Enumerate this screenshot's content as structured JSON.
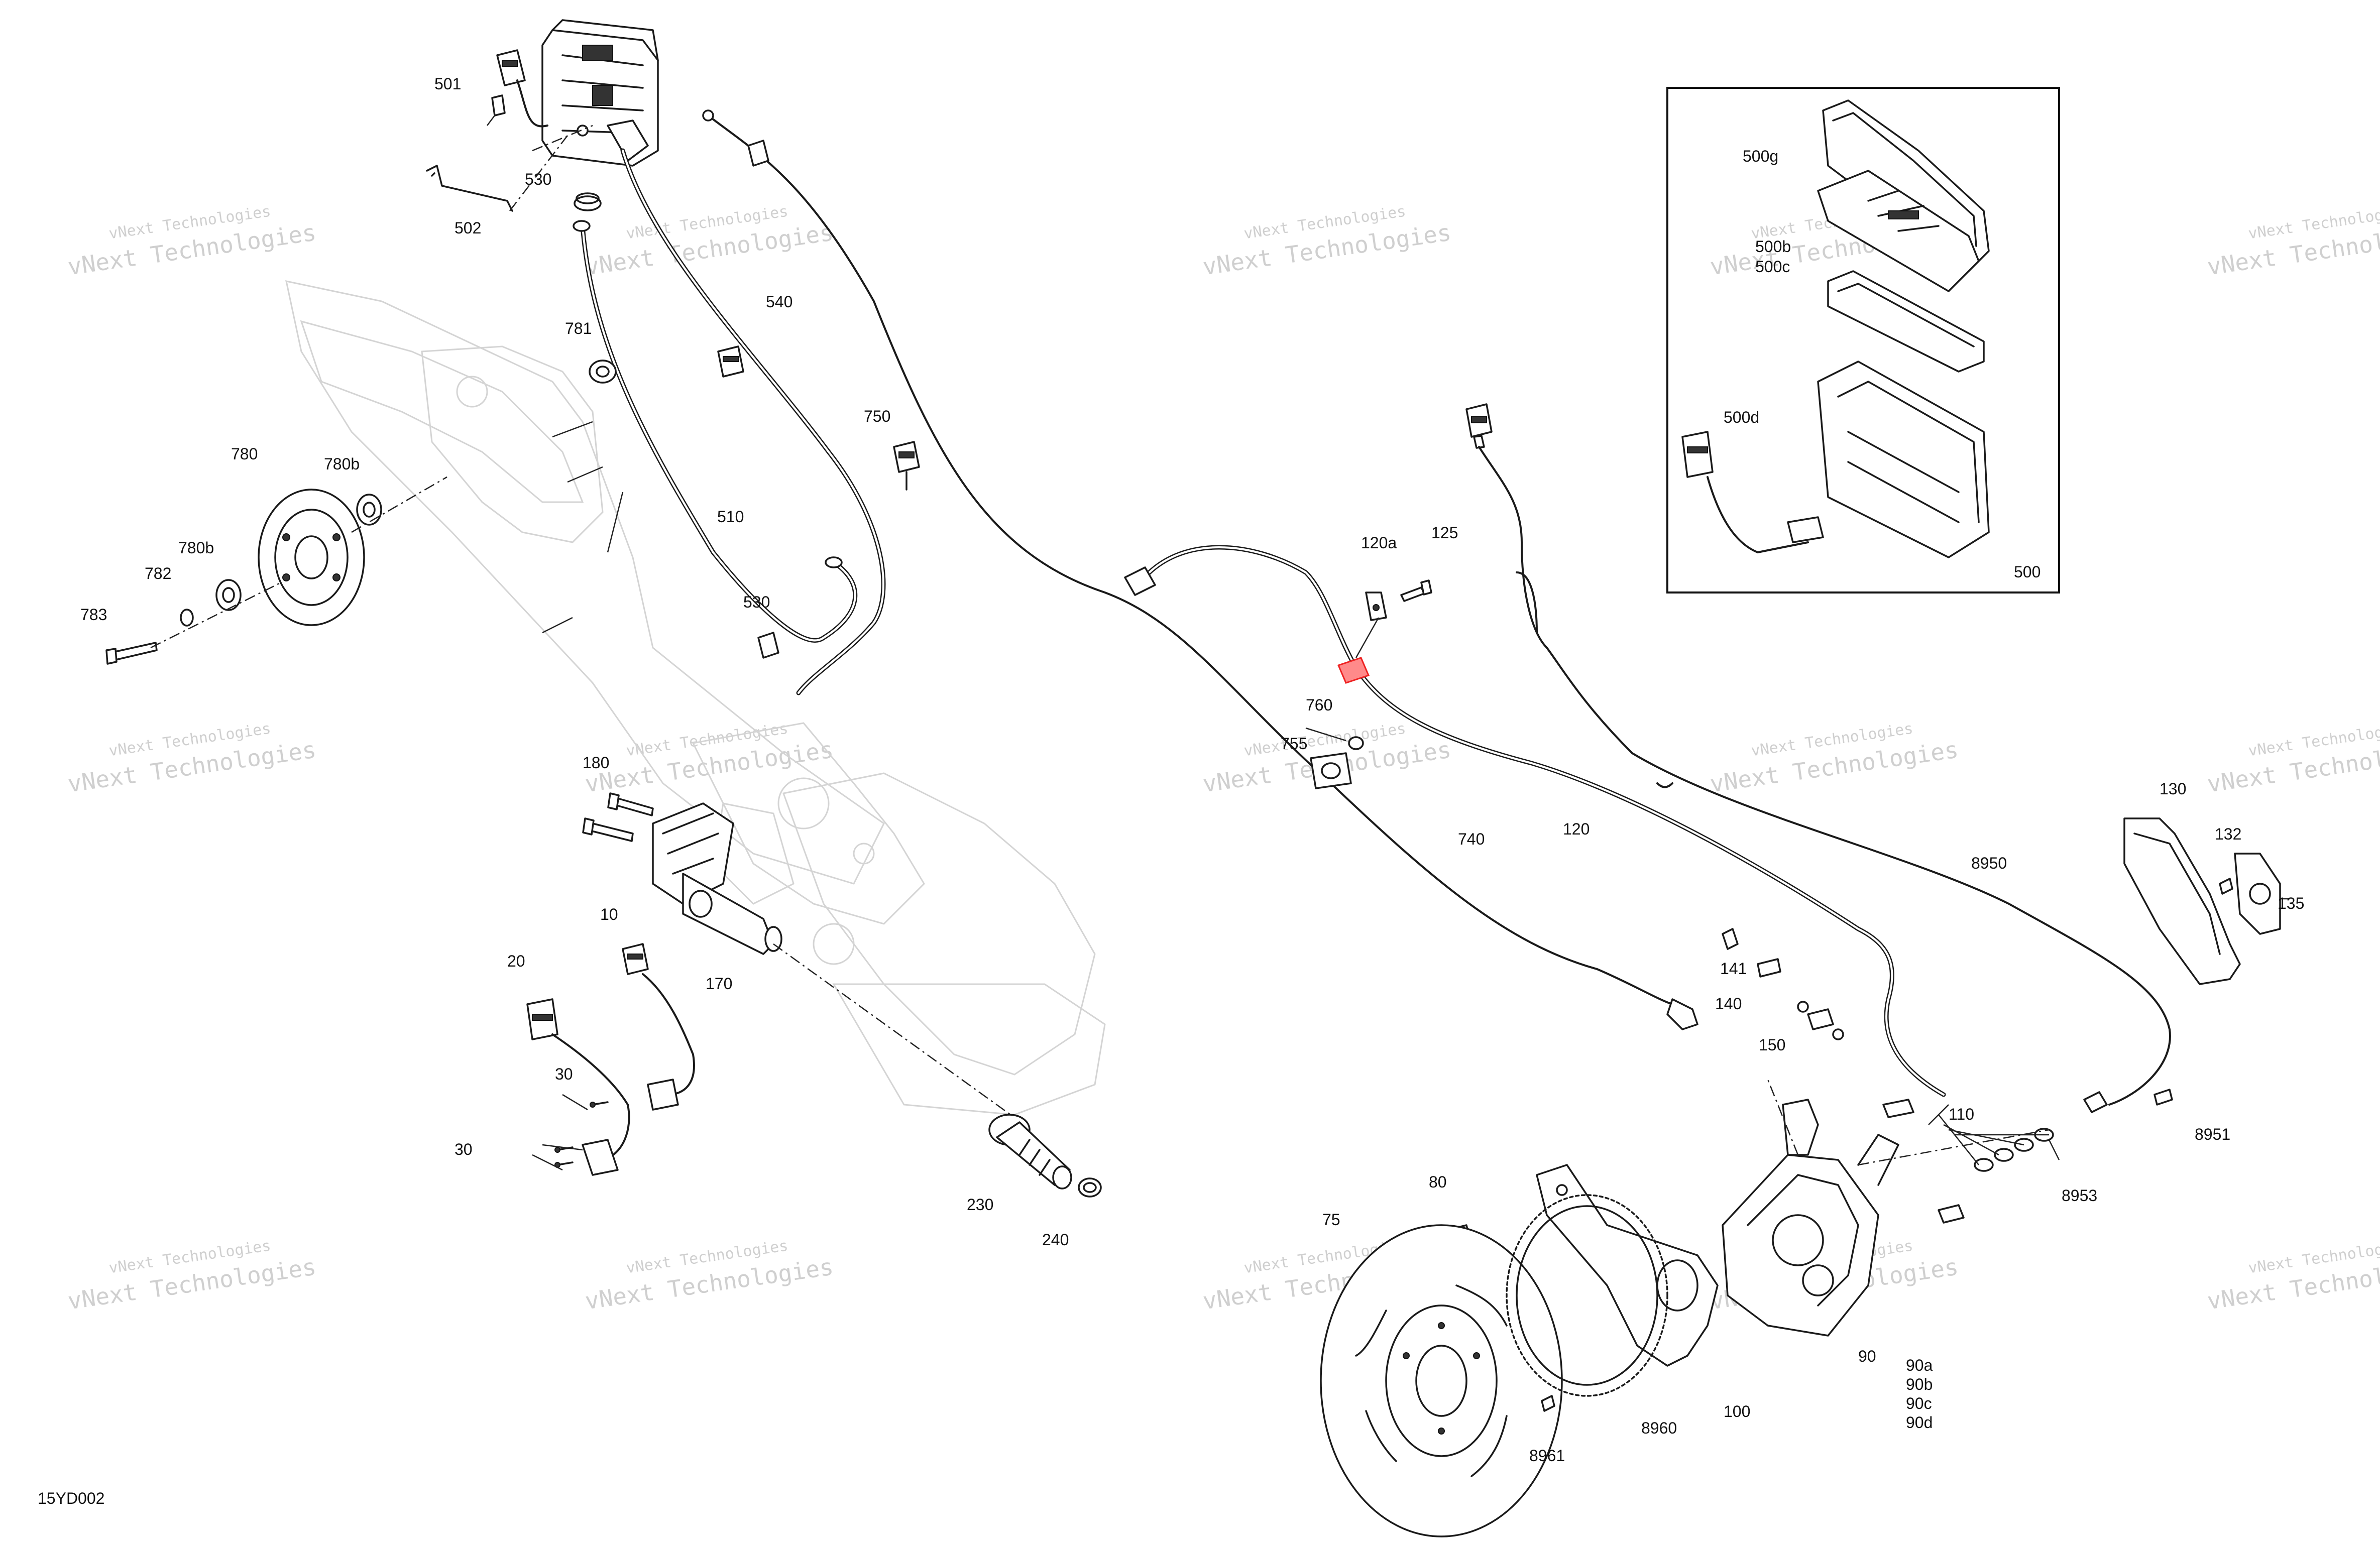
{
  "diagram_code": "15YD002",
  "watermark": "vNext Technologies",
  "inset_label": "500",
  "callouts": {
    "c501": "501",
    "c502": "502",
    "c530a": "530",
    "c530b": "530",
    "c540": "540",
    "c510": "510",
    "c750": "750",
    "c781": "781",
    "c780": "780",
    "c780b1": "780b",
    "c780b2": "780b",
    "c782": "782",
    "c783": "783",
    "c180": "180",
    "c170": "170",
    "c10": "10",
    "c20": "20",
    "c30a": "30",
    "c30b": "30",
    "c230": "230",
    "c240": "240",
    "c120a": "120a",
    "c125": "125",
    "c760": "760",
    "c755": "755",
    "c740": "740",
    "c120": "120",
    "c8950": "8950",
    "c141": "141",
    "c140": "140",
    "c150": "150",
    "c130": "130",
    "c132": "132",
    "c135": "135",
    "c110": "110",
    "c8951": "8951",
    "c8953": "8953",
    "c80": "80",
    "c75": "75",
    "c8960": "8960",
    "c8961": "8961",
    "c100": "100",
    "c90": "90",
    "c90a": "90a",
    "c90b": "90b",
    "c90c": "90c",
    "c90d": "90d",
    "c500g": "500g",
    "c500b": "500b",
    "c500c": "500c",
    "c500d": "500d"
  }
}
